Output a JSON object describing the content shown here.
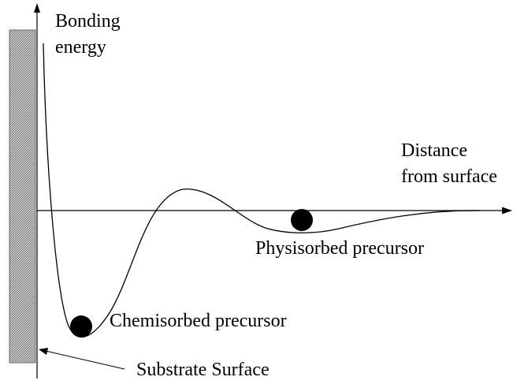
{
  "axes": {
    "y_label_line1": "Bonding",
    "y_label_line2": "energy",
    "x_label_line1": "Distance",
    "x_label_line2": "from surface"
  },
  "annotations": {
    "physisorbed": "Physisorbed precursor",
    "chemisorbed": "Chemisorbed precursor",
    "substrate": "Substrate Surface"
  },
  "colors": {
    "ink": "#000000",
    "background": "#ffffff"
  }
}
